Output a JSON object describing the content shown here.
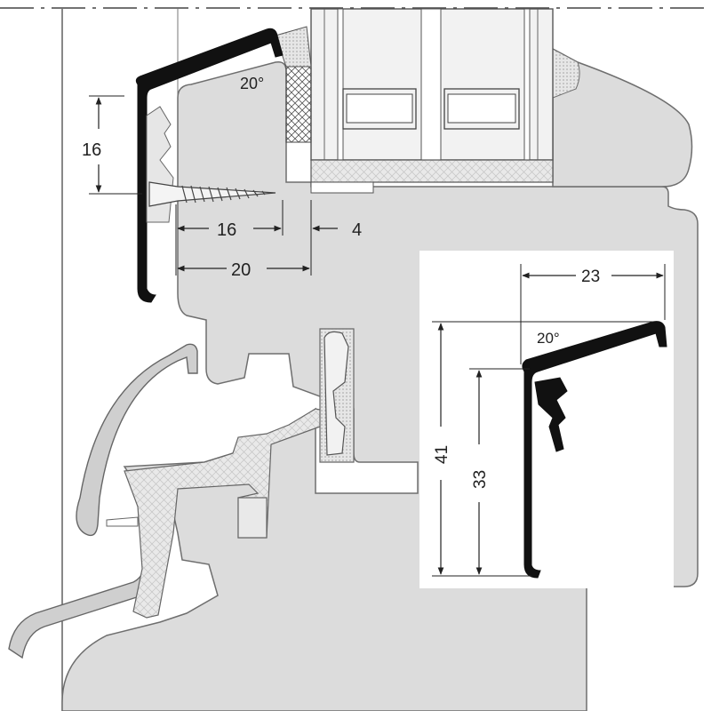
{
  "colors": {
    "frame_fill": "#dcdcdc",
    "frame_stroke": "#6e6e6e",
    "profile_black": "#111111",
    "gasket_fill": "#e8e8e8",
    "line": "#333333",
    "inset_bg": "#ffffff"
  },
  "main_dimensions": {
    "angle": "20°",
    "height": "16",
    "screw_depth": "16",
    "gap": "4",
    "total_depth": "20"
  },
  "inset": {
    "width": "23",
    "angle": "20°",
    "total_height": "41",
    "inner_height": "33"
  }
}
